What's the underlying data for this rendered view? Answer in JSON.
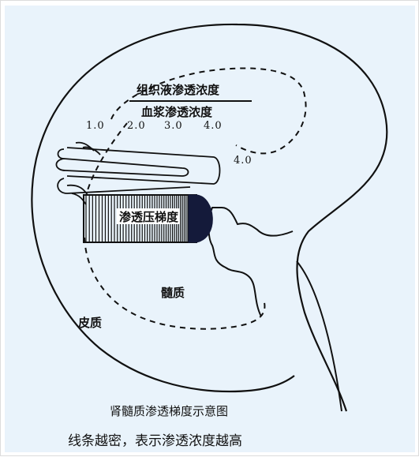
{
  "diagram": {
    "fraction": {
      "numerator": "组织液渗透浓度",
      "denominator": "血浆渗透浓度"
    },
    "scale_values": [
      "1.0",
      "2.0",
      "3.0",
      "4.0"
    ],
    "inner_value": "4.0",
    "gradient_label": "渗透压梯度",
    "region_labels": {
      "medulla": "髓质",
      "cortex": "皮质"
    },
    "title": "肾髓质渗透梯度示意图",
    "caption": "线条越密，表示渗透浓度越高"
  }
}
